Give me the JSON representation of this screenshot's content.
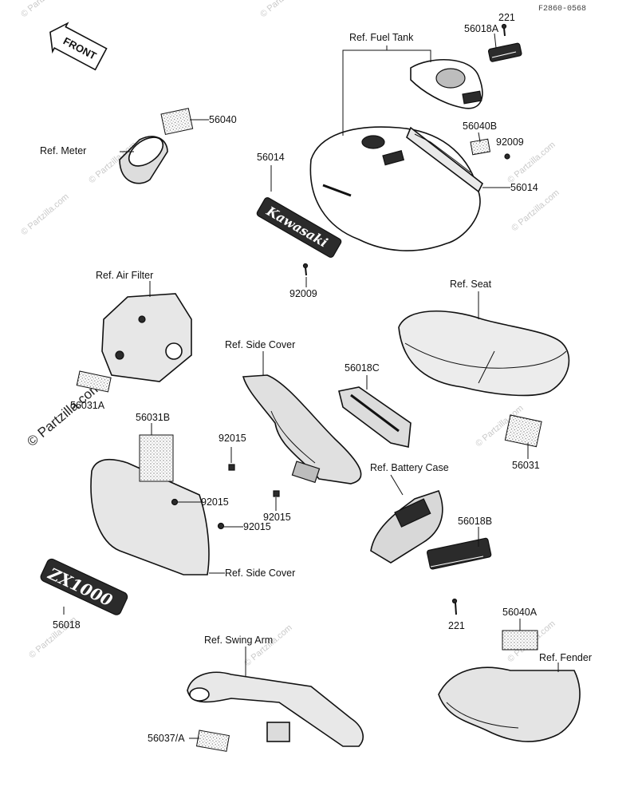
{
  "diagram": {
    "code": "F2860-0568",
    "watermark": "© Partzilla.com",
    "front_label": "FRONT",
    "labels": {
      "p221_top": "221",
      "p56018A": "56018A",
      "ref_fuel_tank": "Ref. Fuel Tank",
      "p56040": "56040",
      "ref_meter": "Ref. Meter",
      "p56014_left": "56014",
      "p56040B": "56040B",
      "p92009_right": "92009",
      "p56014_right": "56014",
      "p92009_left": "92009",
      "ref_air_filter": "Ref. Air Filter",
      "ref_seat": "Ref. Seat",
      "p56031A": "56031A",
      "ref_side_cover_top": "Ref. Side Cover",
      "p56018C": "56018C",
      "p56031B": "56031B",
      "p92015_a": "92015",
      "p92015_b": "92015",
      "p92015_c": "92015",
      "p92015_d": "92015",
      "p56031": "56031",
      "ref_battery_case": "Ref. Battery Case",
      "p56018B": "56018B",
      "ref_side_cover_bottom": "Ref. Side Cover",
      "p56018": "56018",
      "p221_bottom": "221",
      "p56040A": "56040A",
      "ref_swing_arm": "Ref. Swing Arm",
      "ref_fender": "Ref. Fender",
      "p56037A": "56037/A"
    }
  }
}
